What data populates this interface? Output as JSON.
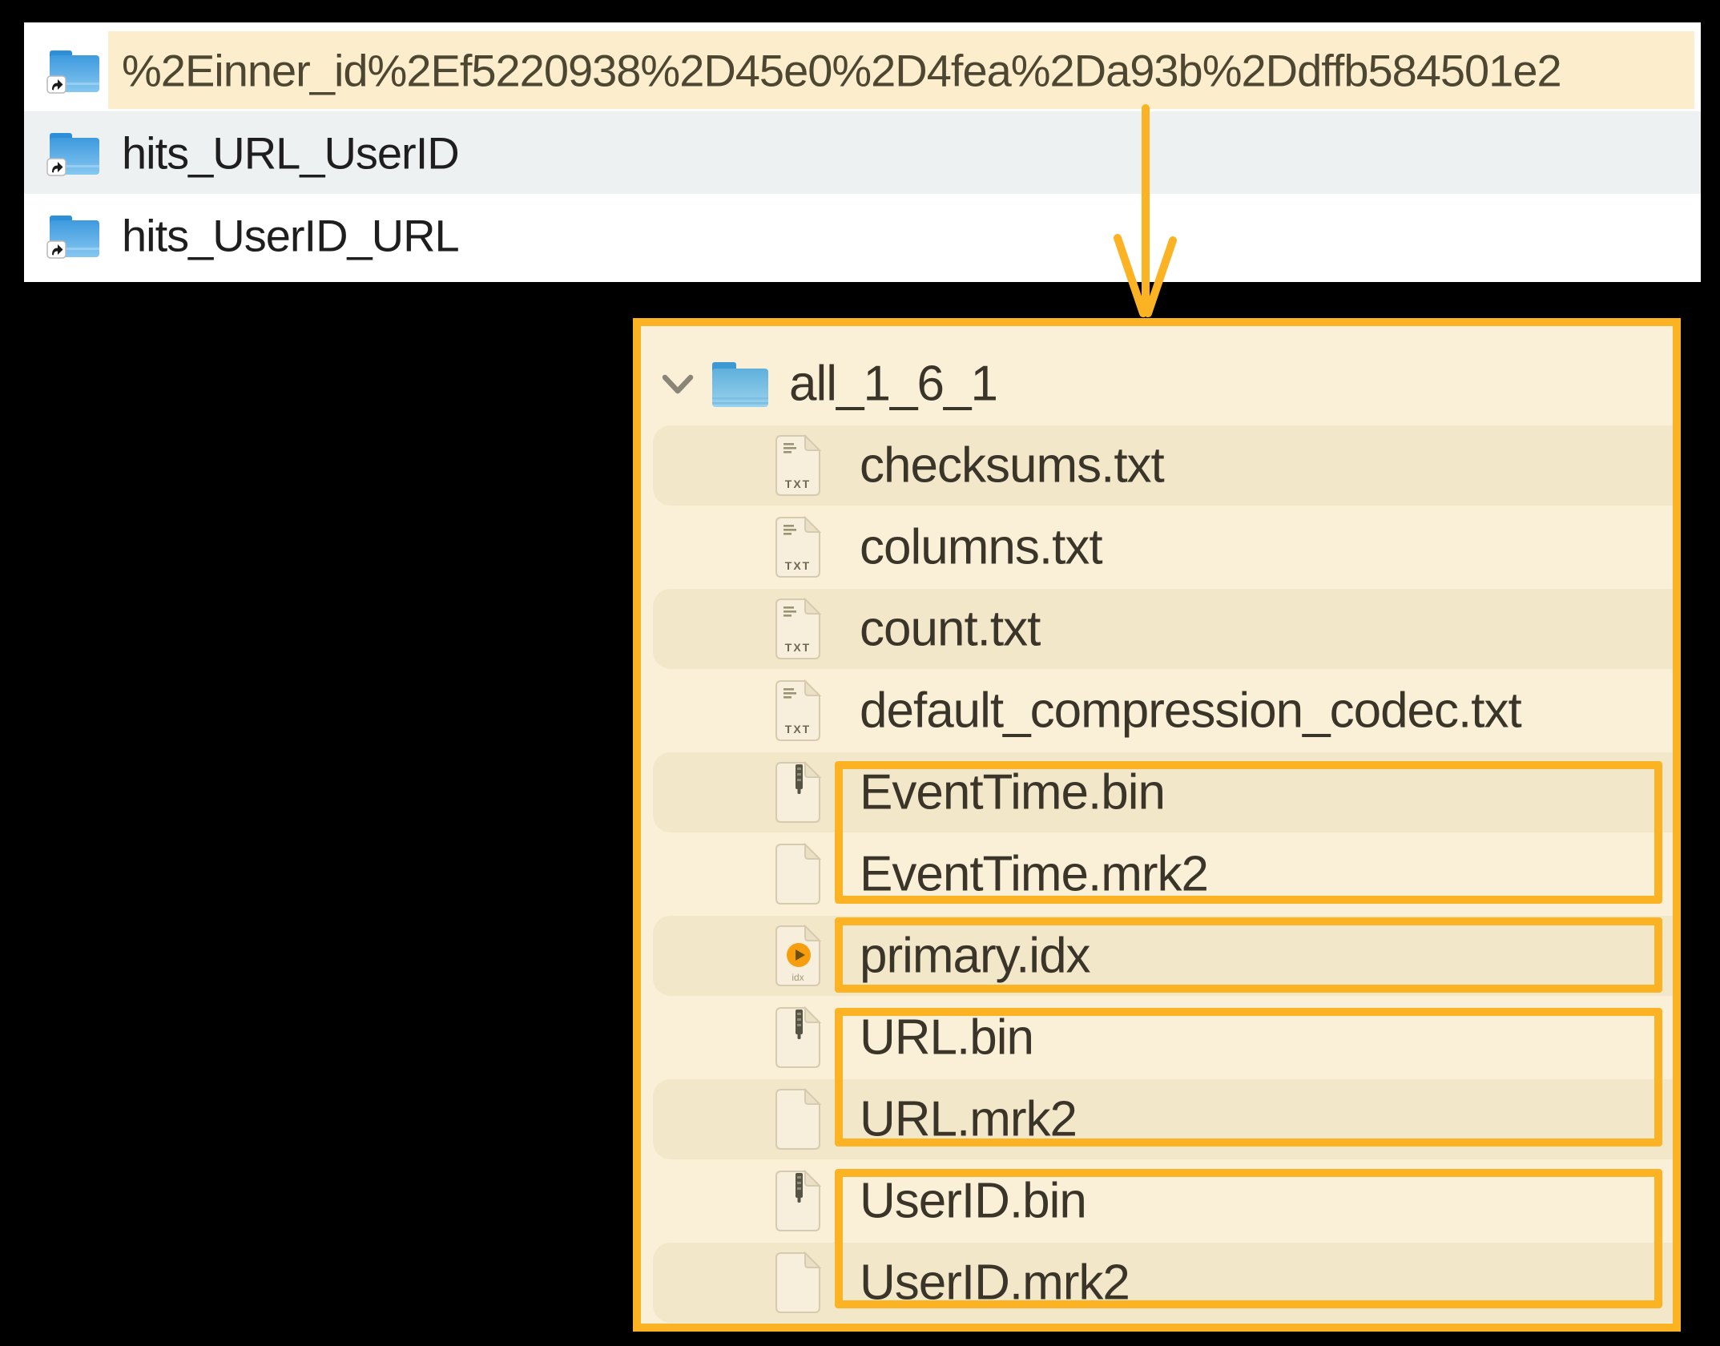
{
  "colors": {
    "background": "#000000",
    "panel1_background": "#ffffff",
    "selection_highlight": "#fceecd",
    "alt_row_gray": "#eef1f1",
    "panel2_background": "#faf0d7",
    "panel2_band": "#f2e7c9",
    "annotation_orange": "#fbb324",
    "folder_blue": "#4aa3e6"
  },
  "finder_list": {
    "rows": [
      {
        "label": "%2Einner_id%2Ef5220938%2D45e0%2D4fea%2Da93b%2Ddffb584501e2",
        "icon": "alias-folder",
        "highlighted": true
      },
      {
        "label": "hits_URL_UserID",
        "icon": "alias-folder",
        "highlighted": false
      },
      {
        "label": "hits_UserID_URL",
        "icon": "alias-folder",
        "highlighted": false
      }
    ]
  },
  "arrow": {
    "color": "#fbb324",
    "direction": "down"
  },
  "tree": {
    "rows": [
      {
        "label": "all_1_6_1",
        "icon": "folder",
        "expanded": true,
        "banded": false
      },
      {
        "label": "checksums.txt",
        "icon": "txt-file",
        "banded": true
      },
      {
        "label": "columns.txt",
        "icon": "txt-file",
        "banded": false
      },
      {
        "label": "count.txt",
        "icon": "txt-file",
        "banded": true
      },
      {
        "label": "default_compression_codec.txt",
        "icon": "txt-file",
        "banded": false
      },
      {
        "label": "EventTime.bin",
        "icon": "bin-file",
        "banded": true
      },
      {
        "label": "EventTime.mrk2",
        "icon": "blank-file",
        "banded": false
      },
      {
        "label": "primary.idx",
        "icon": "idx-file",
        "banded": true
      },
      {
        "label": "URL.bin",
        "icon": "bin-file",
        "banded": false
      },
      {
        "label": "URL.mrk2",
        "icon": "blank-file",
        "banded": true
      },
      {
        "label": "UserID.bin",
        "icon": "bin-file",
        "banded": false
      },
      {
        "label": "UserID.mrk2",
        "icon": "blank-file",
        "banded": true
      }
    ],
    "annotation_boxes": [
      {
        "covers": "EventTime.bin, EventTime.mrk2"
      },
      {
        "covers": "primary.idx"
      },
      {
        "covers": "URL.bin, URL.mrk2"
      },
      {
        "covers": "UserID.bin, UserID.mrk2"
      }
    ]
  }
}
